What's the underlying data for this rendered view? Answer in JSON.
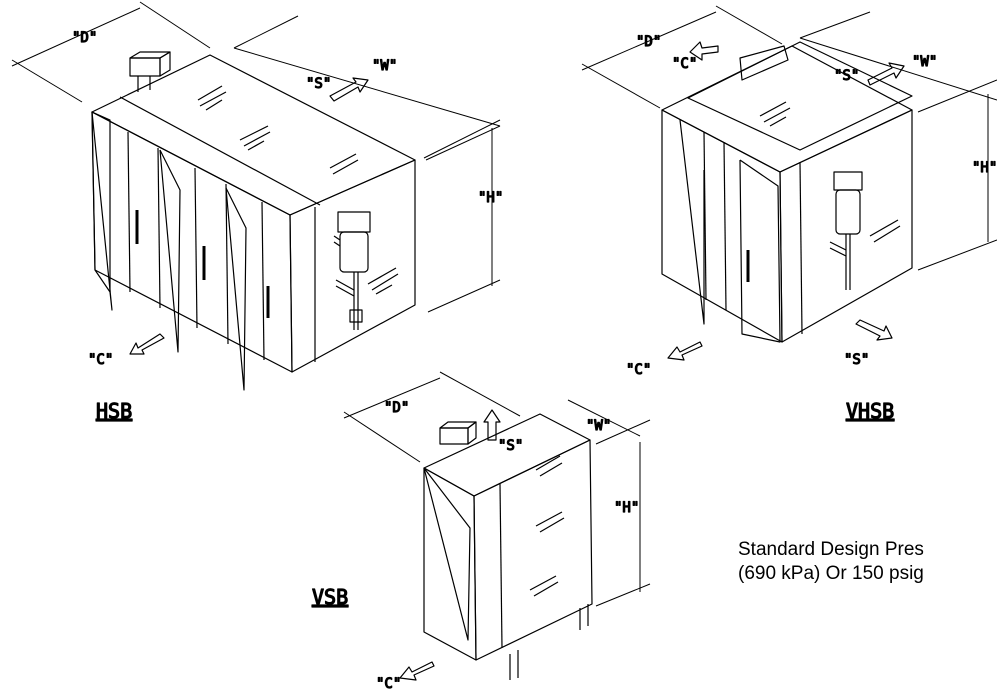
{
  "labels": {
    "depth": "\"D\"",
    "width": "\"W\"",
    "height": "\"H\"",
    "supply": "\"S\"",
    "cold": "\"C\""
  },
  "models": {
    "hsb": "HSB",
    "vhsb": "VHSB",
    "vsb": "VSB"
  },
  "note": {
    "line1": "Standard Design Pres",
    "line2": "(690 kPa) Or 150 psig"
  }
}
